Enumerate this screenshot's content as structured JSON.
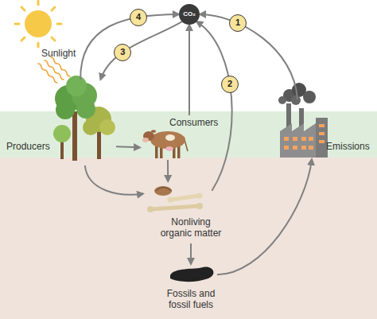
{
  "diagram": {
    "nodes": [
      {
        "text": [
          "CO₂"
        ]
      },
      {
        "text": [
          "Producers"
        ]
      },
      {
        "text": [
          "Consumers"
        ]
      },
      {
        "text": [
          "Emissions"
        ]
      },
      {
        "text": [
          "Nonliving organic matter"
        ]
      },
      {
        "text": [
          "Fossils and fossil fuels"
        ]
      }
    ],
    "edges": [
      {
        "from": 3,
        "to": 0,
        "arrow": "to",
        "label": "1"
      },
      {
        "from": 4,
        "to": 0,
        "arrow": "to",
        "label": "2"
      },
      {
        "from": 0,
        "to": 1,
        "arrow": "to",
        "label": "3"
      },
      {
        "from": 1,
        "to": 0,
        "arrow": "to",
        "label": "4"
      },
      {
        "from": 2,
        "to": 0,
        "arrow": "to"
      },
      {
        "from": 1,
        "to": 2,
        "arrow": "to"
      },
      {
        "from": 1,
        "to": 4,
        "arrow": "to"
      },
      {
        "from": 2,
        "to": 4,
        "arrow": "to"
      },
      {
        "from": 4,
        "to": 5,
        "arrow": "to"
      },
      {
        "from": 5,
        "to": 3,
        "arrow": "to"
      }
    ],
    "labels": [
      "Sunlight"
    ]
  }
}
